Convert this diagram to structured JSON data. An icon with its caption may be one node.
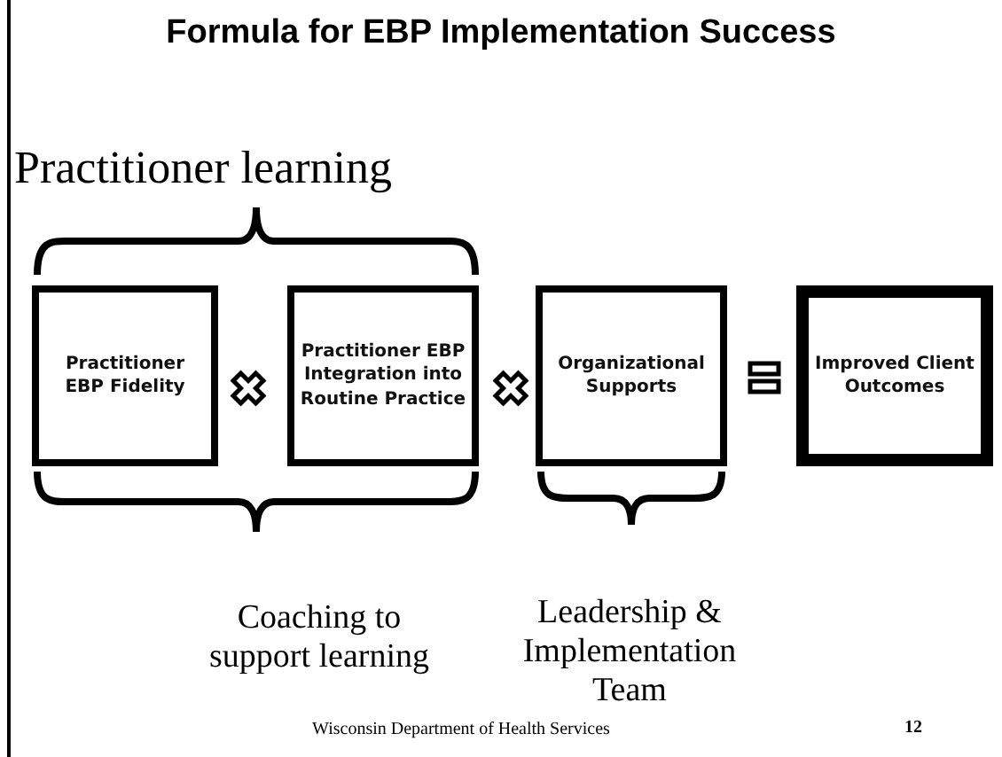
{
  "diagram": {
    "title": "Formula for EBP Implementation Success",
    "nodes": [
      {
        "text": [
          "Practitioner EBP Fidelity"
        ]
      },
      {
        "text": [
          "Practitioner EBP Integration into Routine Practice"
        ]
      },
      {
        "text": [
          "Organizational Supports"
        ]
      },
      {
        "text": [
          "Improved Client Outcomes"
        ]
      }
    ],
    "labels": [
      "Practitioner learning",
      "Coaching to support learning",
      "Leadership & Implementation Team",
      "Wisconsin Department of Health Services",
      "12"
    ]
  }
}
